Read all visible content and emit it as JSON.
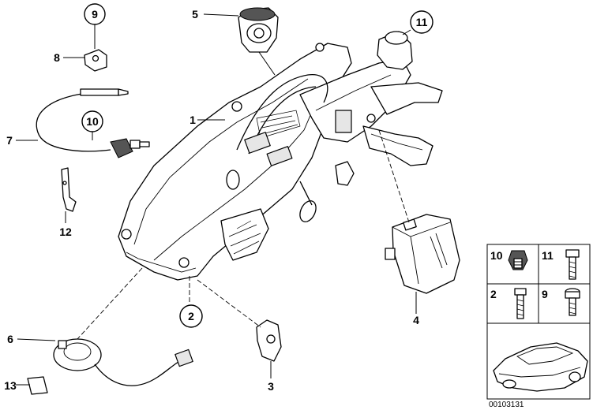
{
  "callouts": {
    "c1": "1",
    "c2": "2",
    "c3": "3",
    "c4": "4",
    "c5": "5",
    "c6": "6",
    "c7": "7",
    "c8": "8",
    "c9": "9",
    "c10": "10",
    "c11": "11",
    "c12": "12",
    "c13": "13"
  },
  "fastener_box": {
    "l10": "10",
    "l11": "11",
    "l2": "2",
    "l9": "9"
  },
  "diagram_code": "00103131"
}
